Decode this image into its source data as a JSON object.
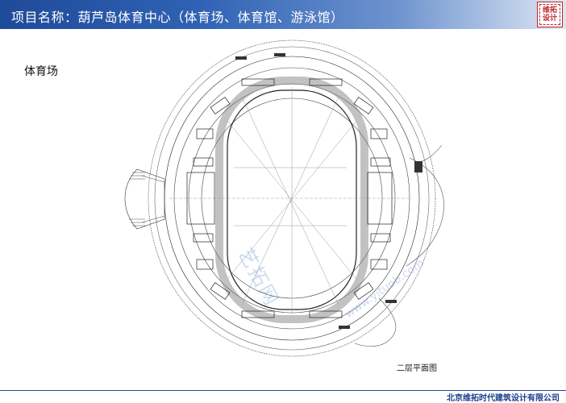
{
  "header": {
    "title": "项目名称：葫芦岛体育中心（体育场、体育馆、游泳馆）",
    "logo_text": "维拓\n设计"
  },
  "section": {
    "title": "体育场"
  },
  "drawing": {
    "caption": "二层平面图"
  },
  "footer": {
    "company": "北京维拓时代建筑设计有限公司"
  },
  "watermark": {
    "text": "艺拓网",
    "url": "www.yituob.com"
  },
  "colors": {
    "header_start": "#1f4a99",
    "header_end": "#dde6f3",
    "logo_red": "#c0262c",
    "footer_text": "#1b3f8a"
  }
}
